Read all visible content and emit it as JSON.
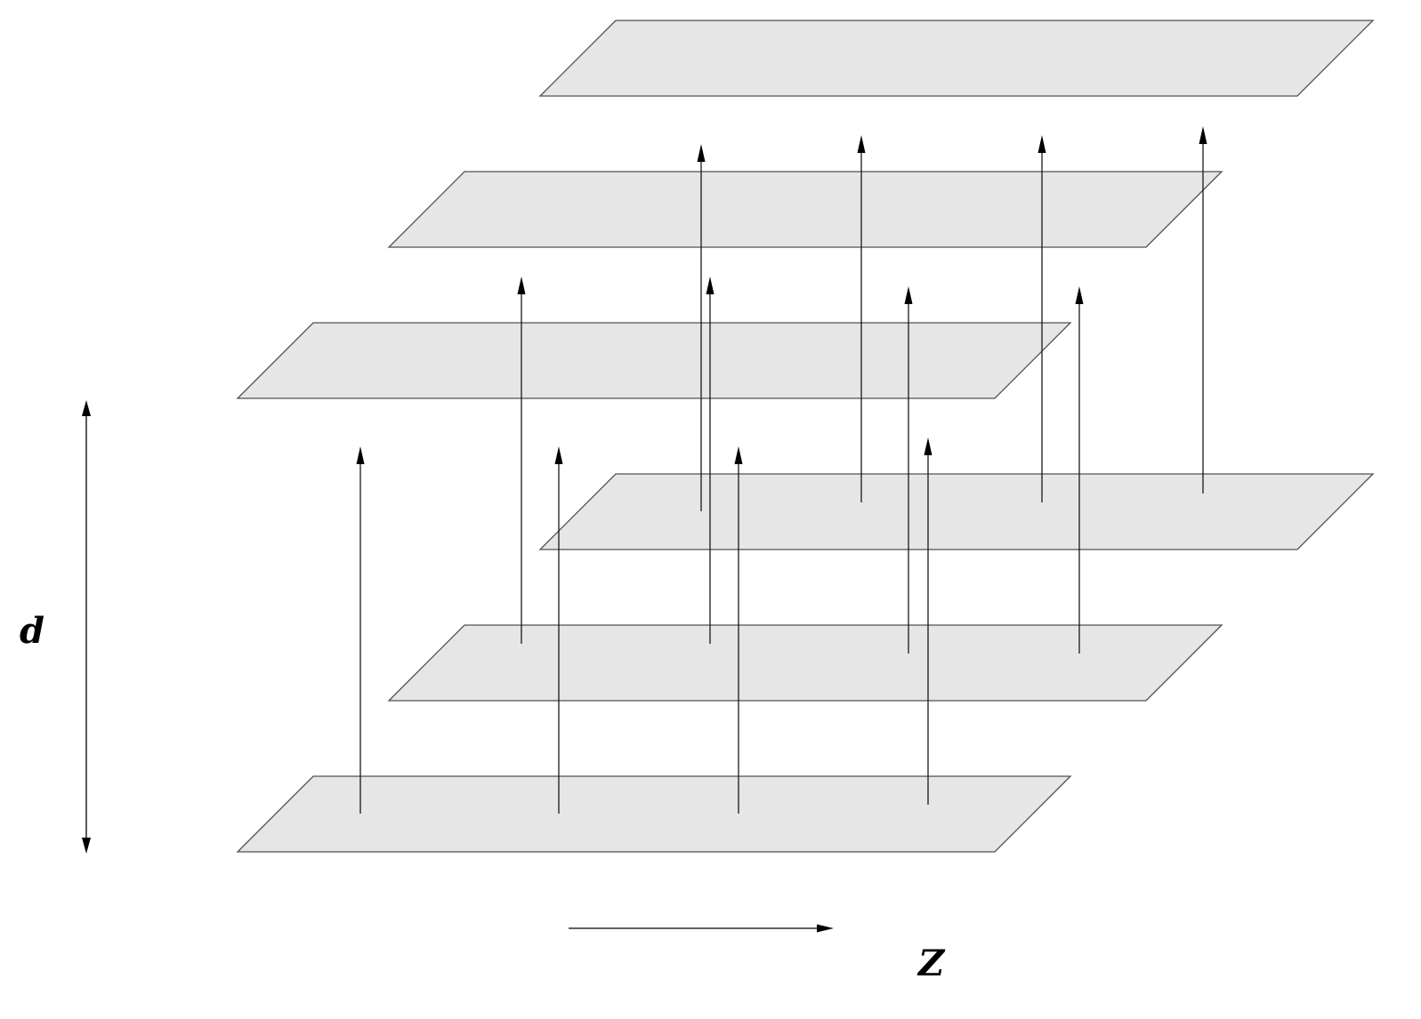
{
  "labels": {
    "d_axis": "d",
    "z_axis": "Z"
  },
  "colors": {
    "plane_fill": "#e6e6e6",
    "plane_stroke": "#505050",
    "arrow": "#000000"
  },
  "layers": {
    "count": 6,
    "stacks": 2,
    "planes_per_stack": 3
  }
}
